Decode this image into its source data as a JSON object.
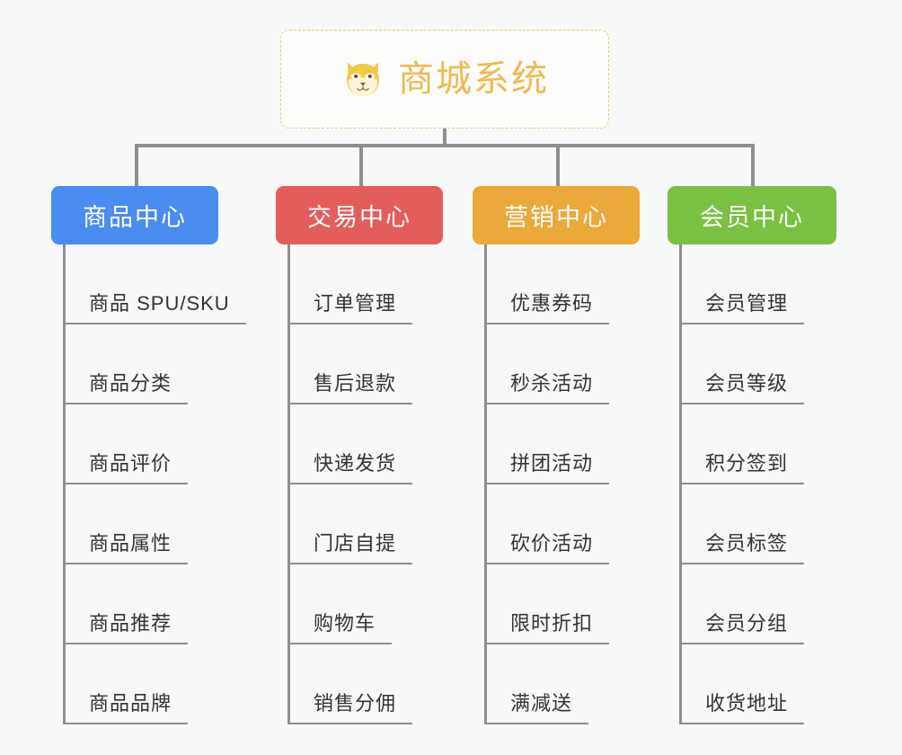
{
  "canvas": {
    "background": "#f7f8f8",
    "line_color": "#8f8f8f"
  },
  "root": {
    "title": "商城系统",
    "icon": "shiba-dog-face-icon",
    "text_color": "#f0b952",
    "border_color": "#e6c87e",
    "background": "#fdfdfc"
  },
  "branches": [
    {
      "label": "商品中心",
      "color": "#4a8cf0",
      "children": [
        "商品 SPU/SKU",
        "商品分类",
        "商品评价",
        "商品属性",
        "商品推荐",
        "商品品牌"
      ]
    },
    {
      "label": "交易中心",
      "color": "#e35d5b",
      "children": [
        "订单管理",
        "售后退款",
        "快递发货",
        "门店自提",
        "购物车",
        "销售分佣"
      ]
    },
    {
      "label": "营销中心",
      "color": "#eaa93a",
      "children": [
        "优惠券码",
        "秒杀活动",
        "拼团活动",
        "砍价活动",
        "限时折扣",
        "满减送"
      ]
    },
    {
      "label": "会员中心",
      "color": "#7ac143",
      "children": [
        "会员管理",
        "会员等级",
        "积分签到",
        "会员标签",
        "会员分组",
        "收货地址"
      ]
    }
  ]
}
